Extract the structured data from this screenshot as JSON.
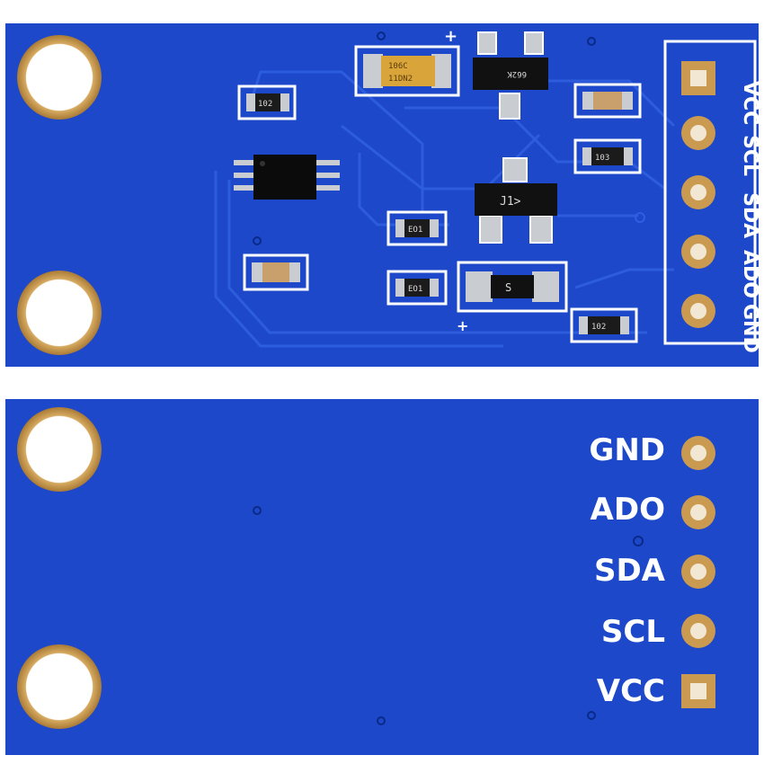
{
  "top_board": {
    "header_pins": [
      "VCC",
      "SCL",
      "SDA",
      "ADO",
      "GND"
    ],
    "components": {
      "cap_tantalum": "106C\n11DN2",
      "regulator": "662K",
      "transistor": "J1",
      "diode": "S",
      "resistors": [
        "102",
        "103",
        "EO1",
        "EO1",
        "102"
      ]
    }
  },
  "bottom_board": {
    "pin_labels": [
      "GND",
      "ADO",
      "SDA",
      "SCL",
      "VCC"
    ]
  },
  "colors": {
    "pcb_blue": "#1c48c9",
    "pcb_trace": "#2a57d8",
    "gold_pad": "#c99a4f",
    "silkscreen": "#ffffff",
    "background": "#ffffff"
  }
}
